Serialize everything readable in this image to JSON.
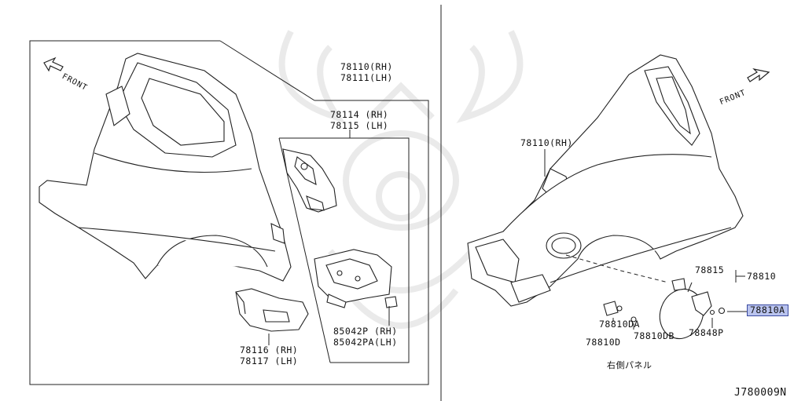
{
  "left": {
    "front": "FRONT",
    "part_78110_rh": "78110(RH)",
    "part_78111_lh": "78111(LH)",
    "part_78114_rh": "78114 (RH)",
    "part_78115_lh": "78115 (LH)",
    "part_85042p_rh": "85042P (RH)",
    "part_85042pa_lh": "85042PA(LH)",
    "part_78116_rh": "78116 (RH)",
    "part_78117_lh": "78117 (LH)"
  },
  "right": {
    "front": "FRONT",
    "part_78110_rh": "78110(RH)",
    "part_78815": "78815",
    "part_78810": "78810",
    "part_78810a": "78810A",
    "part_78810da": "78810DA",
    "part_78810d": "78810D",
    "part_78810db": "78810DB",
    "part_78848p": "78848P",
    "caption": "右側パネル"
  },
  "diagram_code": "J780009N",
  "colors": {
    "line": "#222222",
    "highlight_fill": "#b9c3ee",
    "highlight_border": "#3a4aa0",
    "watermark": "#e6e6e6"
  }
}
